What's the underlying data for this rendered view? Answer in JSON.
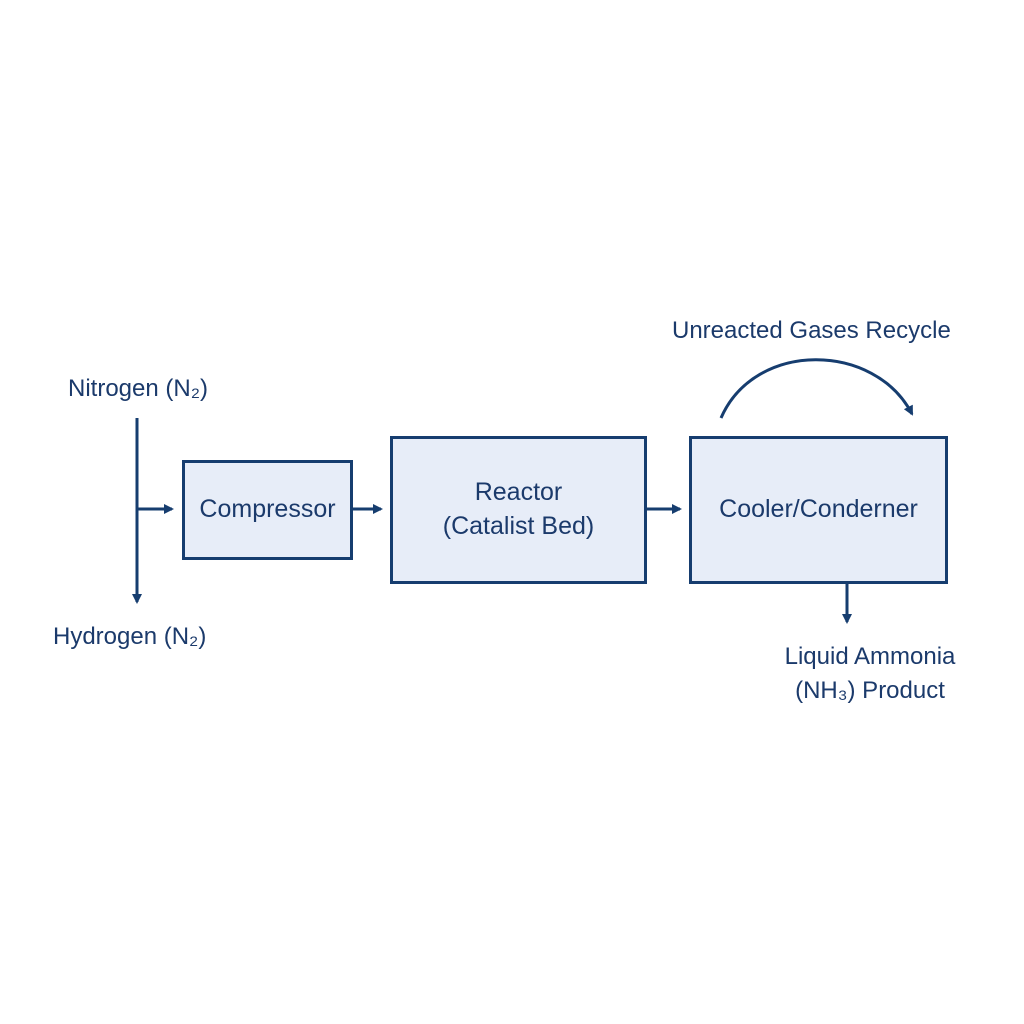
{
  "inputs": {
    "nitrogen": "Nitrogen (N₂)",
    "hydrogen": "Hydrogen (N₂)"
  },
  "units": {
    "compressor": "Compressor",
    "reactor_line1": "Reactor",
    "reactor_line2": "(Catalist Bed)",
    "cooler": "Cooler/Conderner"
  },
  "recycle": {
    "label": "Unreacted Gases Recycle"
  },
  "product": {
    "line1": "Liquid Ammonia",
    "line2": "(NH₃) Product"
  },
  "colors": {
    "stroke": "#163d6f",
    "box_fill": "#e7edf8",
    "text": "#1b3a6b"
  }
}
